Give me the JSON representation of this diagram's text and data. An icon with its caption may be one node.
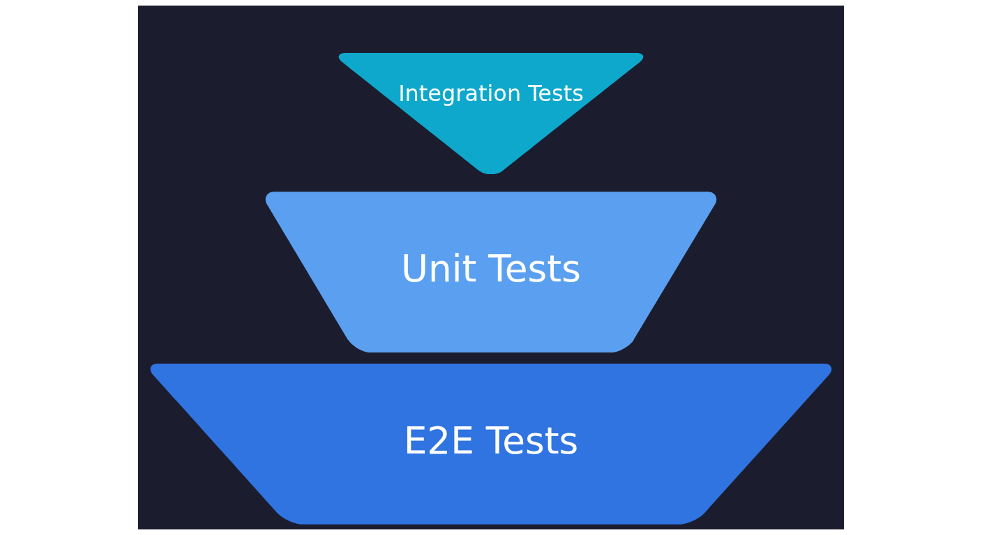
{
  "diagram": {
    "nodes": [
      {
        "text": [
          "E2E Tests"
        ]
      },
      {
        "text": [
          "Unit Tests"
        ]
      },
      {
        "text": [
          "Integration Tests"
        ]
      }
    ]
  }
}
